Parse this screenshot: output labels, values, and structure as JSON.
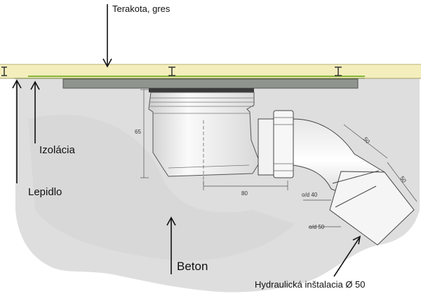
{
  "labels": {
    "tile": "Terakota, gres",
    "insulation": "Izolácia",
    "adhesive": "Lepidlo",
    "concrete": "Beton",
    "hydraulic": "Hydraulická inštalacia Ø 50"
  },
  "dimensions": {
    "height": "65",
    "offset": "80",
    "pipe_a": "50",
    "pipe_b": "50",
    "od_40": "o/d 40",
    "od_50": "o/d 50"
  },
  "colors": {
    "tile": "#f3eebc",
    "concrete": "#dcdcdc",
    "drain_body": "#f2f2f2",
    "insulation_line": "#86b53a"
  }
}
